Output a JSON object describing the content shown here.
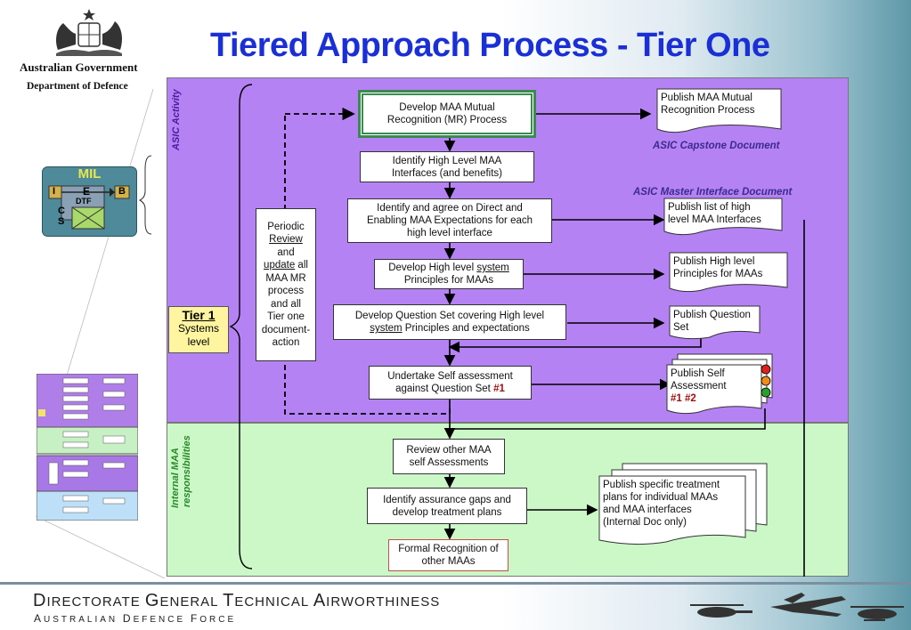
{
  "header": {
    "gov_name": "Australian Government",
    "dept_name": "Department of Defence",
    "title": "Tiered Approach Process - Tier One"
  },
  "side_figure": {
    "mil": "MIL",
    "i": "I",
    "e": "E",
    "b": "B",
    "dtf": "DTF",
    "c": "C",
    "s": "S"
  },
  "zones": {
    "asic_activity": "ASIC Activity",
    "internal_maa_line1": "Internal MAA",
    "internal_maa_line2": "responsibilities"
  },
  "tier": {
    "name": "Tier 1",
    "line2": "Systems",
    "line3": "level"
  },
  "periodic_review": {
    "l1": "Periodic",
    "l2": "Review",
    "l3": "and",
    "l4": "update",
    "l4b": " all",
    "l5": "MAA MR",
    "l6": "process",
    "l7": "and all",
    "l8": "Tier one",
    "l9": "document-",
    "l10": "action"
  },
  "process": {
    "develop_mr_1": "Develop MAA Mutual",
    "develop_mr_2": "Recognition (MR) Process",
    "identify_interfaces_1": "Identify High Level MAA",
    "identify_interfaces_2": "Interfaces (and benefits)",
    "agree_expectations_1": "Identify and agree on Direct and",
    "agree_expectations_2": "Enabling MAA Expectations for each",
    "agree_expectations_3": "high level interface",
    "principles_1a": "Develop High level ",
    "principles_1b": "system",
    "principles_2": "Principles for MAAs",
    "question_set_1": "Develop Question Set covering High level",
    "question_set_2a": "system",
    "question_set_2b": " Principles and expectations",
    "self_assess_1": "Undertake Self assessment",
    "self_assess_2a": "against Question Set ",
    "self_assess_2b": "#1",
    "review_other_1": "Review other MAA",
    "review_other_2": "self Assessments",
    "gaps_1": "Identify assurance gaps and",
    "gaps_2": "develop treatment plans",
    "formal_1": "Formal Recognition of",
    "formal_2": "other MAAs"
  },
  "outputs": {
    "publish_mr_1": "Publish MAA Mutual",
    "publish_mr_2": "Recognition Process",
    "capstone": "ASIC  Capstone Document",
    "master_interface": "ASIC  Master Interface Document",
    "publish_list_1": "Publish list of high",
    "publish_list_2": "level MAA Interfaces",
    "publish_principles_1": "Publish High level",
    "publish_principles_2": "Principles for MAAs",
    "publish_question_1": "Publish Question",
    "publish_question_2": "Set",
    "publish_self_1": "Publish Self",
    "publish_self_2": "Assessment",
    "publish_self_3": "#1 #2",
    "treatment_1": "Publish specific treatment",
    "treatment_2": "plans for individual MAAs",
    "treatment_3": "and MAA interfaces",
    "treatment_4": " (Internal Doc only)"
  },
  "colors": {
    "purple_zone": "#b582f4",
    "green_zone": "#ccf8c8",
    "title_blue": "#1a2fd6",
    "tier_yellow": "#fff5a0",
    "traffic_red": "#e02020",
    "traffic_amber": "#f08c1c",
    "traffic_green": "#2aa02a"
  },
  "footer": {
    "dgta_d": "D",
    "dgta_irectorate": "IRECTORATE ",
    "dgta_g": "G",
    "dgta_eneral": "ENERAL ",
    "dgta_t": "T",
    "dgta_echnical": "ECHNICAL ",
    "dgta_a": "A",
    "dgta_irworthiness": "IRWORTHINESS",
    "adf_a": "A",
    "adf_ustralian": "USTRALIAN ",
    "adf_d": "D",
    "adf_efence": "EFENCE ",
    "adf_f": "F",
    "adf_orce": "ORCE"
  }
}
